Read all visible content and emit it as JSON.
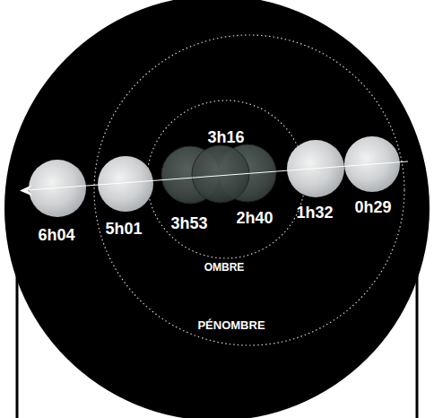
{
  "diagram": {
    "labels": [
      "3h16",
      "0h29",
      "1h32",
      "2h40",
      "3h53",
      "5h01",
      "6h04",
      "OMBRE",
      "PÉNOMBRE"
    ]
  }
}
